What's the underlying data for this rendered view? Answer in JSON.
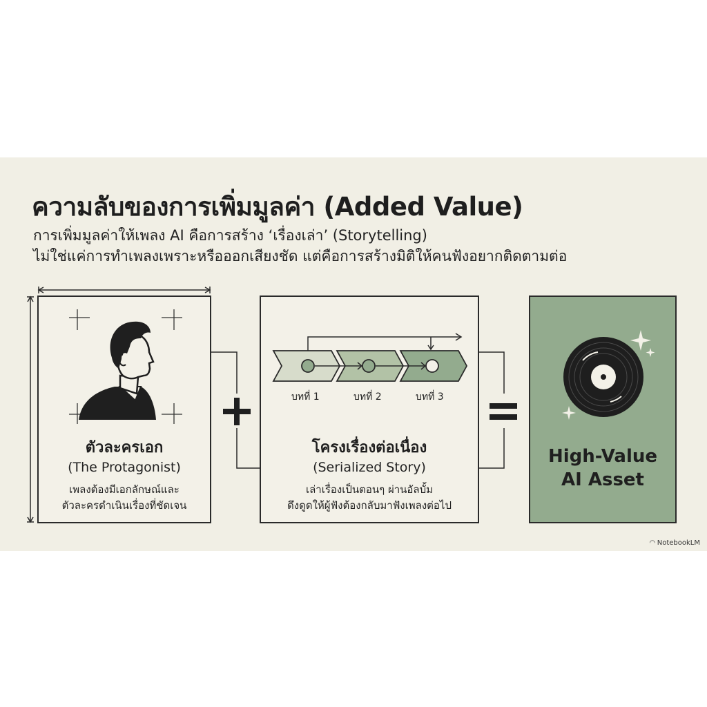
{
  "slide": {
    "title": "ความลับของการเพิ่มมูลค่า (Added Value)",
    "subtitle_line1": "การเพิ่มมูลค่าให้เพลง AI คือการสร้าง ‘เรื่องเล่า’ (Storytelling)",
    "subtitle_line2": "ไม่ใช่แค่การทำเพลงเพราะหรือออกเสียงชัด แต่คือการสร้างมิติให้คนฟังอยากติดตามต่อ",
    "watermark": "NotebookLM"
  },
  "cards": {
    "protagonist": {
      "icon": "person-profile-icon",
      "title": "ตัวละครเอก",
      "subtitle": "(The Protagonist)",
      "desc_line1": "เพลงต้องมีเอกลักษณ์และ",
      "desc_line2": "ตัวละครดำเนินเรื่องที่ชัดเจน"
    },
    "serialized": {
      "icon": "story-timeline-icon",
      "title": "โครงเรื่องต่อเนื่อง",
      "subtitle": "(Serialized Story)",
      "desc_line1": "เล่าเรื่องเป็นตอนๆ ผ่านอัลบั้ม",
      "desc_line2": "ดึงดูดให้ผู้ฟังต้องกลับมาฟังเพลงต่อไป",
      "steps": [
        "บทที่ 1",
        "บทที่ 2",
        "บทที่ 3"
      ]
    },
    "result": {
      "icon": "vinyl-record-icon",
      "title_line1": "High-Value",
      "title_line2": "AI Asset"
    }
  },
  "operators": {
    "plus": "plus-icon",
    "equals": "equals-icon"
  },
  "colors": {
    "background": "#f1efe5",
    "result_fill": "#93ab8e",
    "step_fill_1": "#d7dccb",
    "step_fill_2": "#b2c2a6",
    "step_fill_3": "#93ab8e",
    "ink": "#1e1e1e"
  }
}
